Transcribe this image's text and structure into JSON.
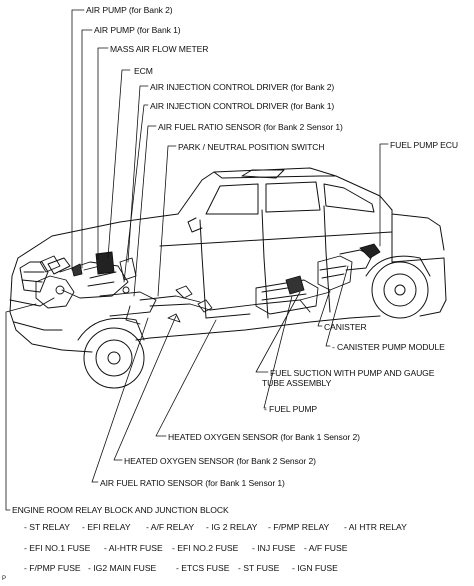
{
  "labels": {
    "air_pump_bank2": "AIR PUMP (for Bank 2)",
    "air_pump_bank1": "AIR PUMP (for Bank 1)",
    "maf": "MASS AIR FLOW METER",
    "ecm": "ECM",
    "aicd_bank2": "AIR INJECTION CONTROL DRIVER (for Bank 2)",
    "aicd_bank1": "AIR INJECTION CONTROL DRIVER (for Bank 1)",
    "afr_b2s1": "AIR FUEL RATIO SENSOR (for Bank 2 Sensor 1)",
    "pnp_switch": "PARK / NEUTRAL POSITION SWITCH",
    "fuel_pump_ecu": "FUEL PUMP ECU",
    "canister": "CANISTER",
    "canister_pump_module": "- CANISTER PUMP MODULE",
    "fuel_suction_line1": "FUEL SUCTION WITH PUMP AND GAUGE",
    "fuel_suction_line2": "TUBE ASSEMBLY",
    "fuel_pump": "- FUEL PUMP",
    "ho2_b1s2": "HEATED OXYGEN SENSOR (for Bank 1 Sensor 2)",
    "ho2_b2s2": "HEATED OXYGEN SENSOR (for Bank 2 Sensor 2)",
    "afr_b1s1": "AIR FUEL RATIO SENSOR (for Bank 1 Sensor 1)",
    "relay_block": "ENGINE ROOM RELAY BLOCK AND JUNCTION BLOCK"
  },
  "relay_rows": [
    [
      "- ST RELAY",
      "- EFI RELAY",
      "- A/F RELAY",
      "- IG 2 RELAY",
      "- F/PMP RELAY",
      "- AI HTR RELAY"
    ],
    [
      "- EFI NO.1 FUSE",
      "- AI-HTR FUSE",
      "- EFI NO.2 FUSE",
      "- INJ FUSE",
      "- A/F FUSE"
    ],
    [
      "- F/PMP FUSE",
      "- IG2 MAIN FUSE",
      "- ETCS FUSE",
      "- ST FUSE",
      "- IGN FUSE"
    ]
  ],
  "corner_mark": "P"
}
